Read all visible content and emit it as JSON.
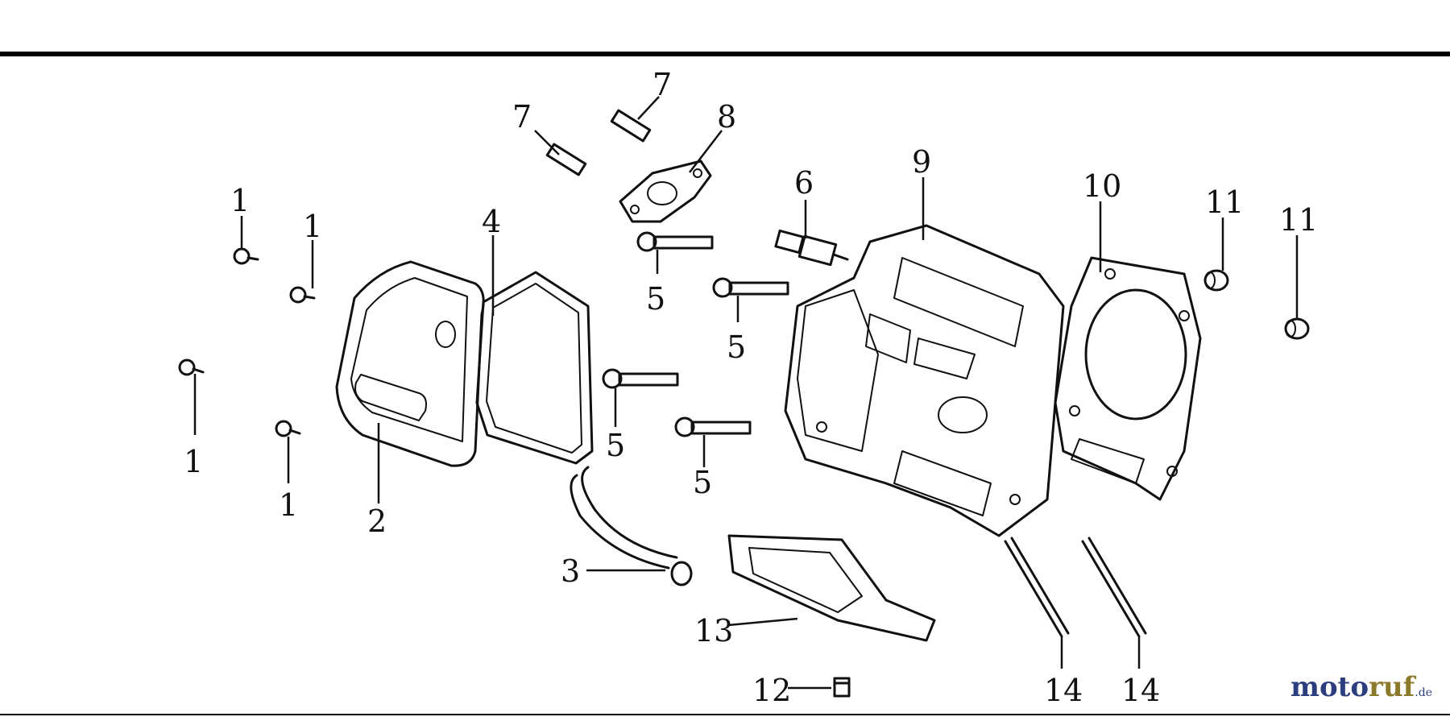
{
  "callouts": [
    {
      "id": "c1a",
      "text": "1"
    },
    {
      "id": "c1b",
      "text": "1"
    },
    {
      "id": "c1c",
      "text": "1"
    },
    {
      "id": "c1d",
      "text": "1"
    },
    {
      "id": "c2",
      "text": "2"
    },
    {
      "id": "c3",
      "text": "3"
    },
    {
      "id": "c4",
      "text": "4"
    },
    {
      "id": "c5a",
      "text": "5"
    },
    {
      "id": "c5b",
      "text": "5"
    },
    {
      "id": "c5c",
      "text": "5"
    },
    {
      "id": "c5d",
      "text": "5"
    },
    {
      "id": "c6",
      "text": "6"
    },
    {
      "id": "c7a",
      "text": "7"
    },
    {
      "id": "c7b",
      "text": "7"
    },
    {
      "id": "c8",
      "text": "8"
    },
    {
      "id": "c9",
      "text": "9"
    },
    {
      "id": "c10",
      "text": "10"
    },
    {
      "id": "c11a",
      "text": "11"
    },
    {
      "id": "c11b",
      "text": "11"
    },
    {
      "id": "c12",
      "text": "12"
    },
    {
      "id": "c13",
      "text": "13"
    },
    {
      "id": "c14a",
      "text": "14"
    },
    {
      "id": "c14b",
      "text": "14"
    }
  ],
  "watermark": {
    "part1": "moto",
    "part2": "ruf",
    "tld": ".de"
  }
}
